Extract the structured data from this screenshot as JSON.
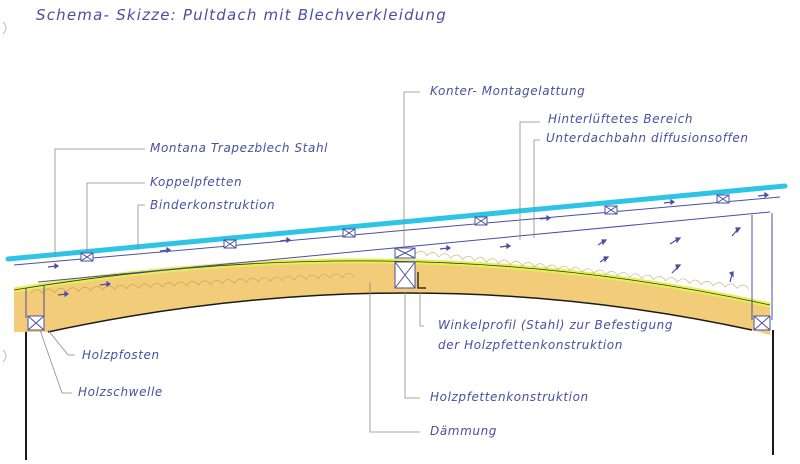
{
  "title": "Schema- Skizze: Pultdach mit Blechverkleidung",
  "labels": {
    "montana": "Montana Trapezblech Stahl",
    "koppelpfetten": "Koppelpfetten",
    "binder": "Binderkonstruktion",
    "konter": "Konter- Montagelattung",
    "hinterlueftet": "Hinterlüftetes Bereich",
    "unterdachbahn": "Unterdachbahn diffusionsoffen",
    "winkel_line1": "Winkelprofil (Stahl) zur Befestigung",
    "winkel_line2": "der Holzpfettenkonstruktion",
    "holzpfosten": "Holzpfosten",
    "holzschwelle": "Holzschwelle",
    "holzpfetten": "Holzpfettenkonstruktion",
    "daemmung": "Dämmung"
  },
  "colors": {
    "ink": "#4a4fa3",
    "metal_sheet": "#2ec4e6",
    "insulation": "#f2c76a",
    "membrane": "#e4ef5a",
    "wall": "#1a1a1a",
    "leader": "#8a8a8a"
  }
}
